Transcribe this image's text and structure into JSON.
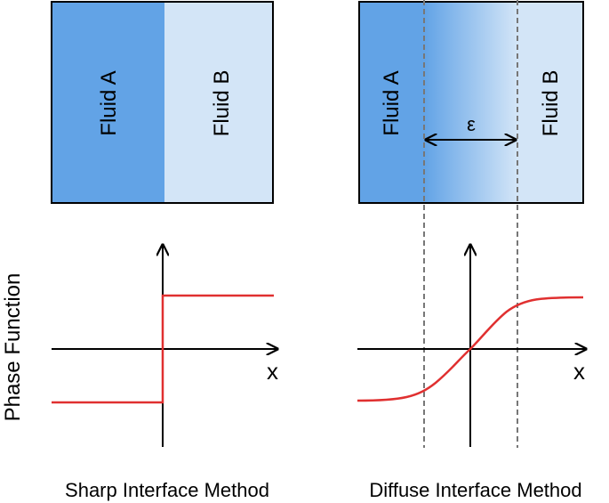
{
  "y_axis_label": "Phase Function",
  "sharp": {
    "fluid_a_label": "Fluid A",
    "fluid_b_label": "Fluid B",
    "x_label": "x",
    "caption": "Sharp Interface Method"
  },
  "diffuse": {
    "fluid_a_label": "Fluid A",
    "fluid_b_label": "Fluid B",
    "epsilon_label": "ε",
    "x_label": "x",
    "caption": "Diffuse Interface Method"
  },
  "colors": {
    "fluid_a": "#62a3e6",
    "fluid_b": "#d3e5f7",
    "curve": "#e03030",
    "guide": "#777777"
  }
}
